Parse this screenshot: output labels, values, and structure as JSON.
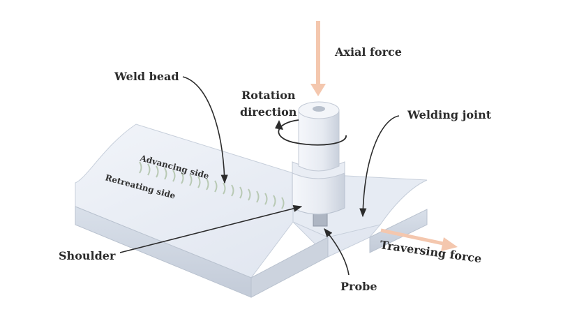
{
  "labels": {
    "axial_force": "Axial force",
    "weld_bead": "Weld bead",
    "rotation_line1": "Rotation",
    "rotation_line2": "direction",
    "welding_joint": "Welding joint",
    "advancing_side": "Advancing side",
    "retreating_side": "Retreating side",
    "shoulder": "Shoulder",
    "traversing_force": "Traversing force",
    "probe": "Probe"
  },
  "colors": {
    "force_arrow": "#f4c7ae",
    "plate_top": "#e4e9f2",
    "plate_side": "#cfd6e1",
    "tool": "#e9edf4",
    "weld_ripple": "#b8c9b4",
    "text": "#2b2b2b"
  }
}
